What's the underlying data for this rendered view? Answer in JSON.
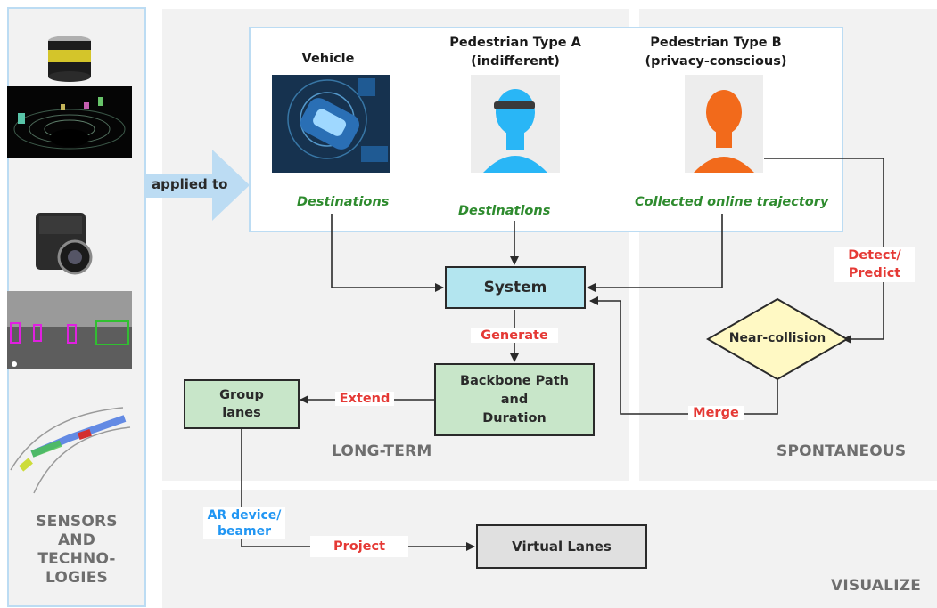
{
  "sensors": {
    "label_lines": [
      "SENSORS",
      "AND",
      "TECHNO-",
      "LOGIES"
    ],
    "images": [
      "lidar-sensor-icon",
      "lidar-pointcloud-image",
      "camera-sensor-icon",
      "camera-detection-image",
      "vehicle-trajectory-image"
    ]
  },
  "applied_to": "applied to",
  "actors": {
    "vehicle": {
      "title_lines": [
        "Vehicle"
      ],
      "caption": "Destinations",
      "image": "vehicle-image"
    },
    "ped_a": {
      "title_lines": [
        "Pedestrian Type A",
        "(indifferent)"
      ],
      "caption": "Destinations",
      "image": "pedestrian-headset-image"
    },
    "ped_b": {
      "title_lines": [
        "Pedestrian Type B",
        "(privacy-conscious)"
      ],
      "caption": "Collected online trajectory",
      "image": "pedestrian-plain-image"
    }
  },
  "nodes": {
    "system": "System",
    "backbone_lines": [
      "Backbone Path",
      "and",
      "Duration"
    ],
    "group_lines": [
      "Group",
      "lanes"
    ],
    "near_collision": "Near-collision",
    "virtual_lanes": "Virtual Lanes"
  },
  "edge_labels": {
    "generate": "Generate",
    "extend": "Extend",
    "merge": "Merge",
    "detect_lines": [
      "Detect/",
      "Predict"
    ],
    "project": "Project",
    "ar_lines": [
      "AR device/",
      "beamer"
    ]
  },
  "sections": {
    "long_term": "LONG-TERM",
    "spontaneous": "SPONTANEOUS",
    "visualize": "VISUALIZE"
  },
  "colors": {
    "panel_bg": "#f2f2f2",
    "system_fill": "#b3e5ef",
    "green_node_fill": "#c8e6c9",
    "diamond_fill": "#fff9c4",
    "virtual_fill": "#e0e0e0",
    "accent_red": "#e53935",
    "accent_green": "#2e8b2e",
    "accent_blue": "#2196f3",
    "frame_blue": "#bcdcf3"
  }
}
